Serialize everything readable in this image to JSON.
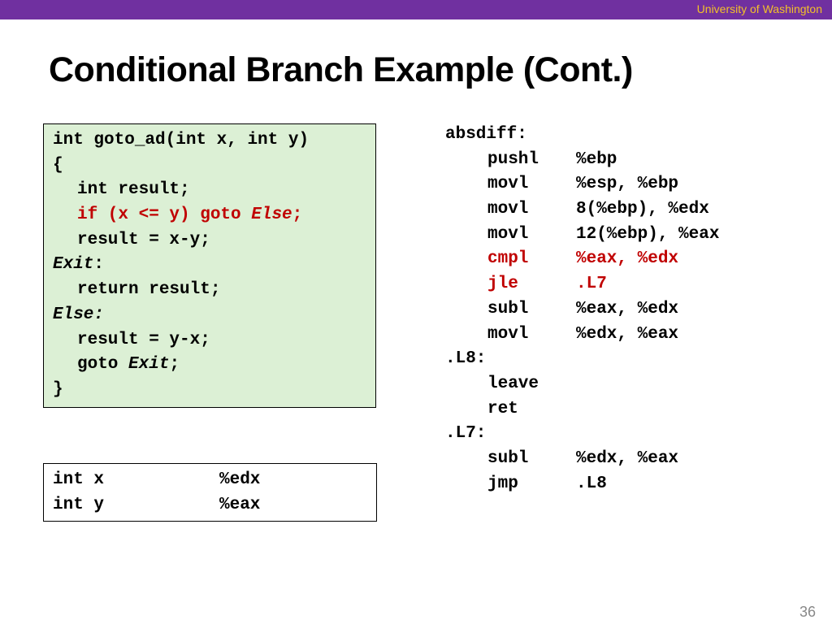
{
  "header": {
    "university": "University of Washington"
  },
  "slide": {
    "title": "Conditional Branch Example (Cont.)",
    "page_number": "36"
  },
  "c_code": {
    "signature": "int goto_ad(int x, int y)",
    "open_brace": "{",
    "decl": "int result;",
    "if_prefix": "if (x <= y) goto ",
    "if_label": "Else",
    "if_suffix": ";",
    "assign1": "result = x-y;",
    "exit_label": "Exit",
    "exit_colon": ":",
    "return_stmt": "return result;",
    "else_label": "Else:",
    "assign2": "result = y-x;",
    "goto_prefix": "goto ",
    "goto_label": "Exit",
    "goto_suffix": ";",
    "close_brace": "}"
  },
  "register_map": [
    {
      "var": "int x",
      "reg": "%edx"
    },
    {
      "var": "int y",
      "reg": "%eax"
    }
  ],
  "assembly": {
    "label_absdiff": "absdiff:",
    "label_l8": ".L8:",
    "label_l7": ".L7:",
    "block1": [
      {
        "op": "pushl",
        "args": "%ebp"
      },
      {
        "op": "movl",
        "args": "%esp, %ebp"
      },
      {
        "op": "movl",
        "args": "8(%ebp), %edx"
      },
      {
        "op": "movl",
        "args": "12(%ebp), %eax"
      },
      {
        "op": "cmpl",
        "args": "%eax, %edx"
      },
      {
        "op": "jle",
        "args": ".L7"
      },
      {
        "op": "subl",
        "args": "%eax, %edx"
      },
      {
        "op": "movl",
        "args": "%edx, %eax"
      }
    ],
    "block2": [
      {
        "op": "leave",
        "args": ""
      },
      {
        "op": "ret",
        "args": ""
      }
    ],
    "block3": [
      {
        "op": "subl",
        "args": "%edx, %eax"
      },
      {
        "op": "jmp",
        "args": ".L8"
      }
    ]
  },
  "colors": {
    "topbar": "#7030a0",
    "university_text": "#f2c029",
    "code_box_bg": "#dcf0d5",
    "highlight_red": "#c00000"
  }
}
